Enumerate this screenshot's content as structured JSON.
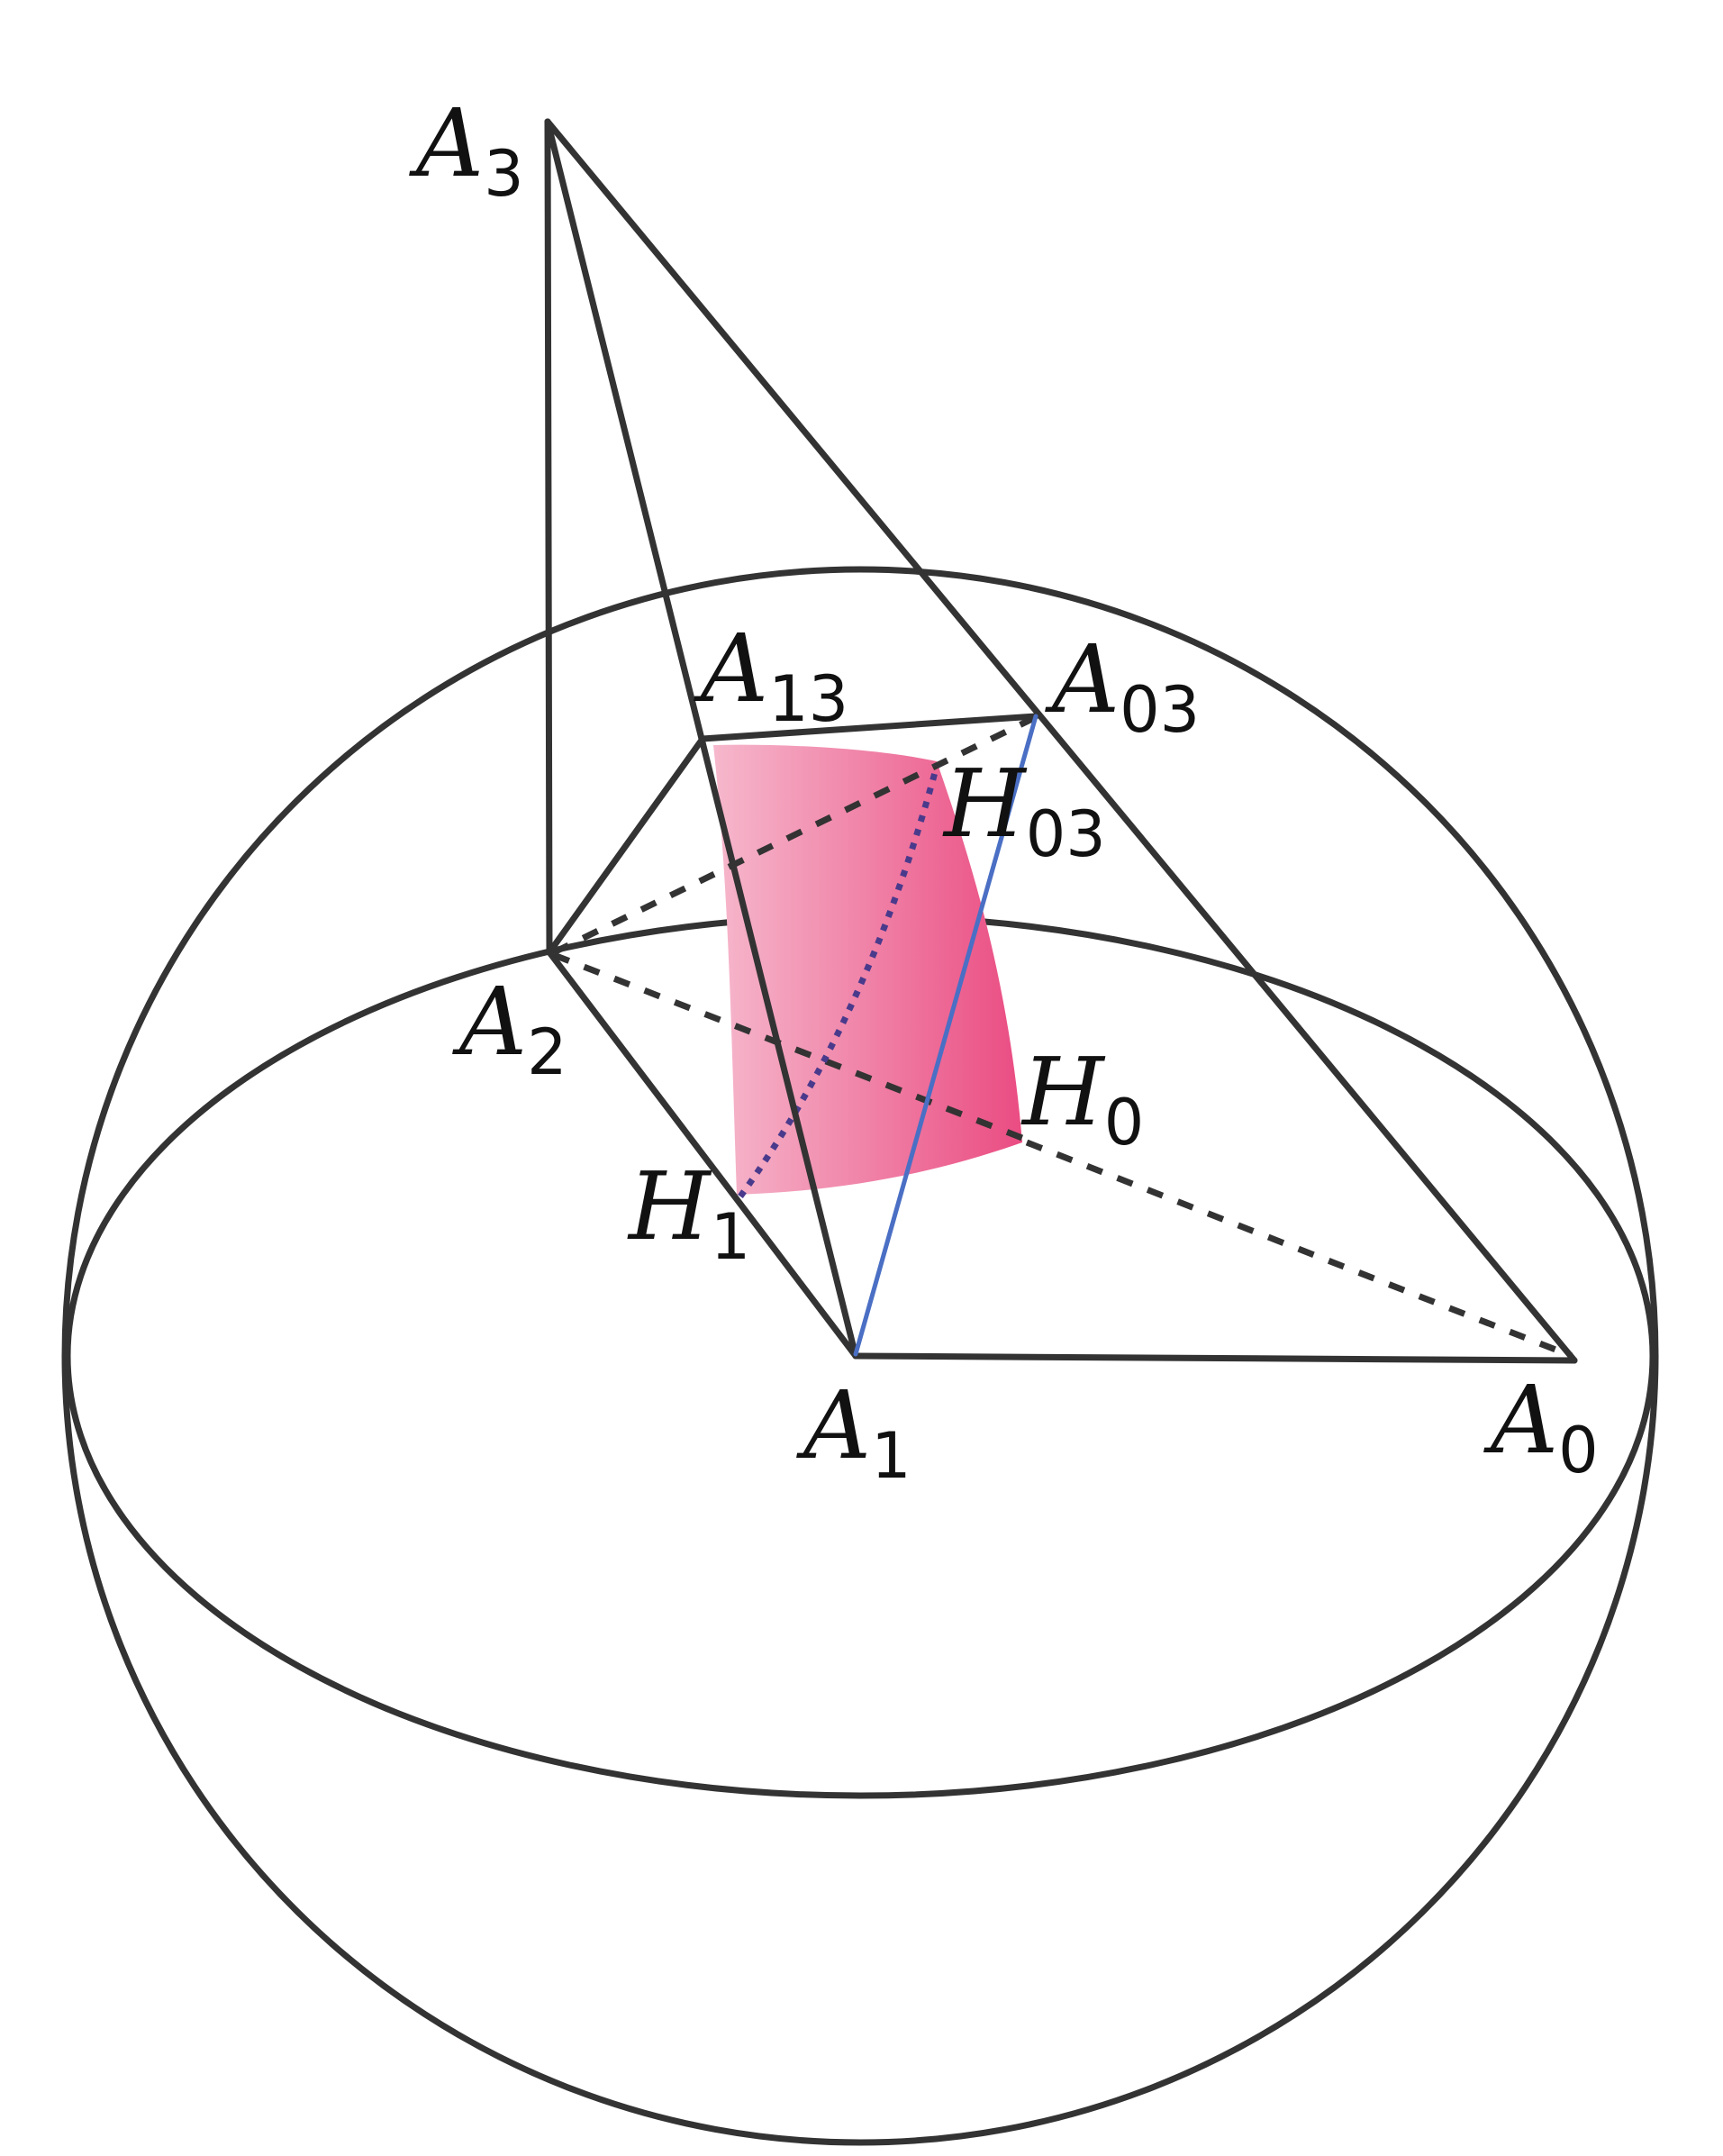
{
  "colors": {
    "line": "#333333",
    "blue_segment": "#4a6fc4",
    "dotted_arc": "#4a3a8c",
    "surface_light": "#f6b8cc",
    "surface_dark": "#ea4c82",
    "label": "#111111"
  },
  "labels": {
    "A3": {
      "main": "A",
      "sub": "3"
    },
    "A13": {
      "main": "A",
      "sub": "13"
    },
    "A03": {
      "main": "A",
      "sub": "03"
    },
    "H03": {
      "main": "H",
      "sub": "03"
    },
    "A2": {
      "main": "A",
      "sub": "2"
    },
    "H0": {
      "main": "H",
      "sub": "0"
    },
    "H1": {
      "main": "H",
      "sub": "1"
    },
    "A1": {
      "main": "A",
      "sub": "1"
    },
    "A0": {
      "main": "A",
      "sub": "0"
    }
  }
}
